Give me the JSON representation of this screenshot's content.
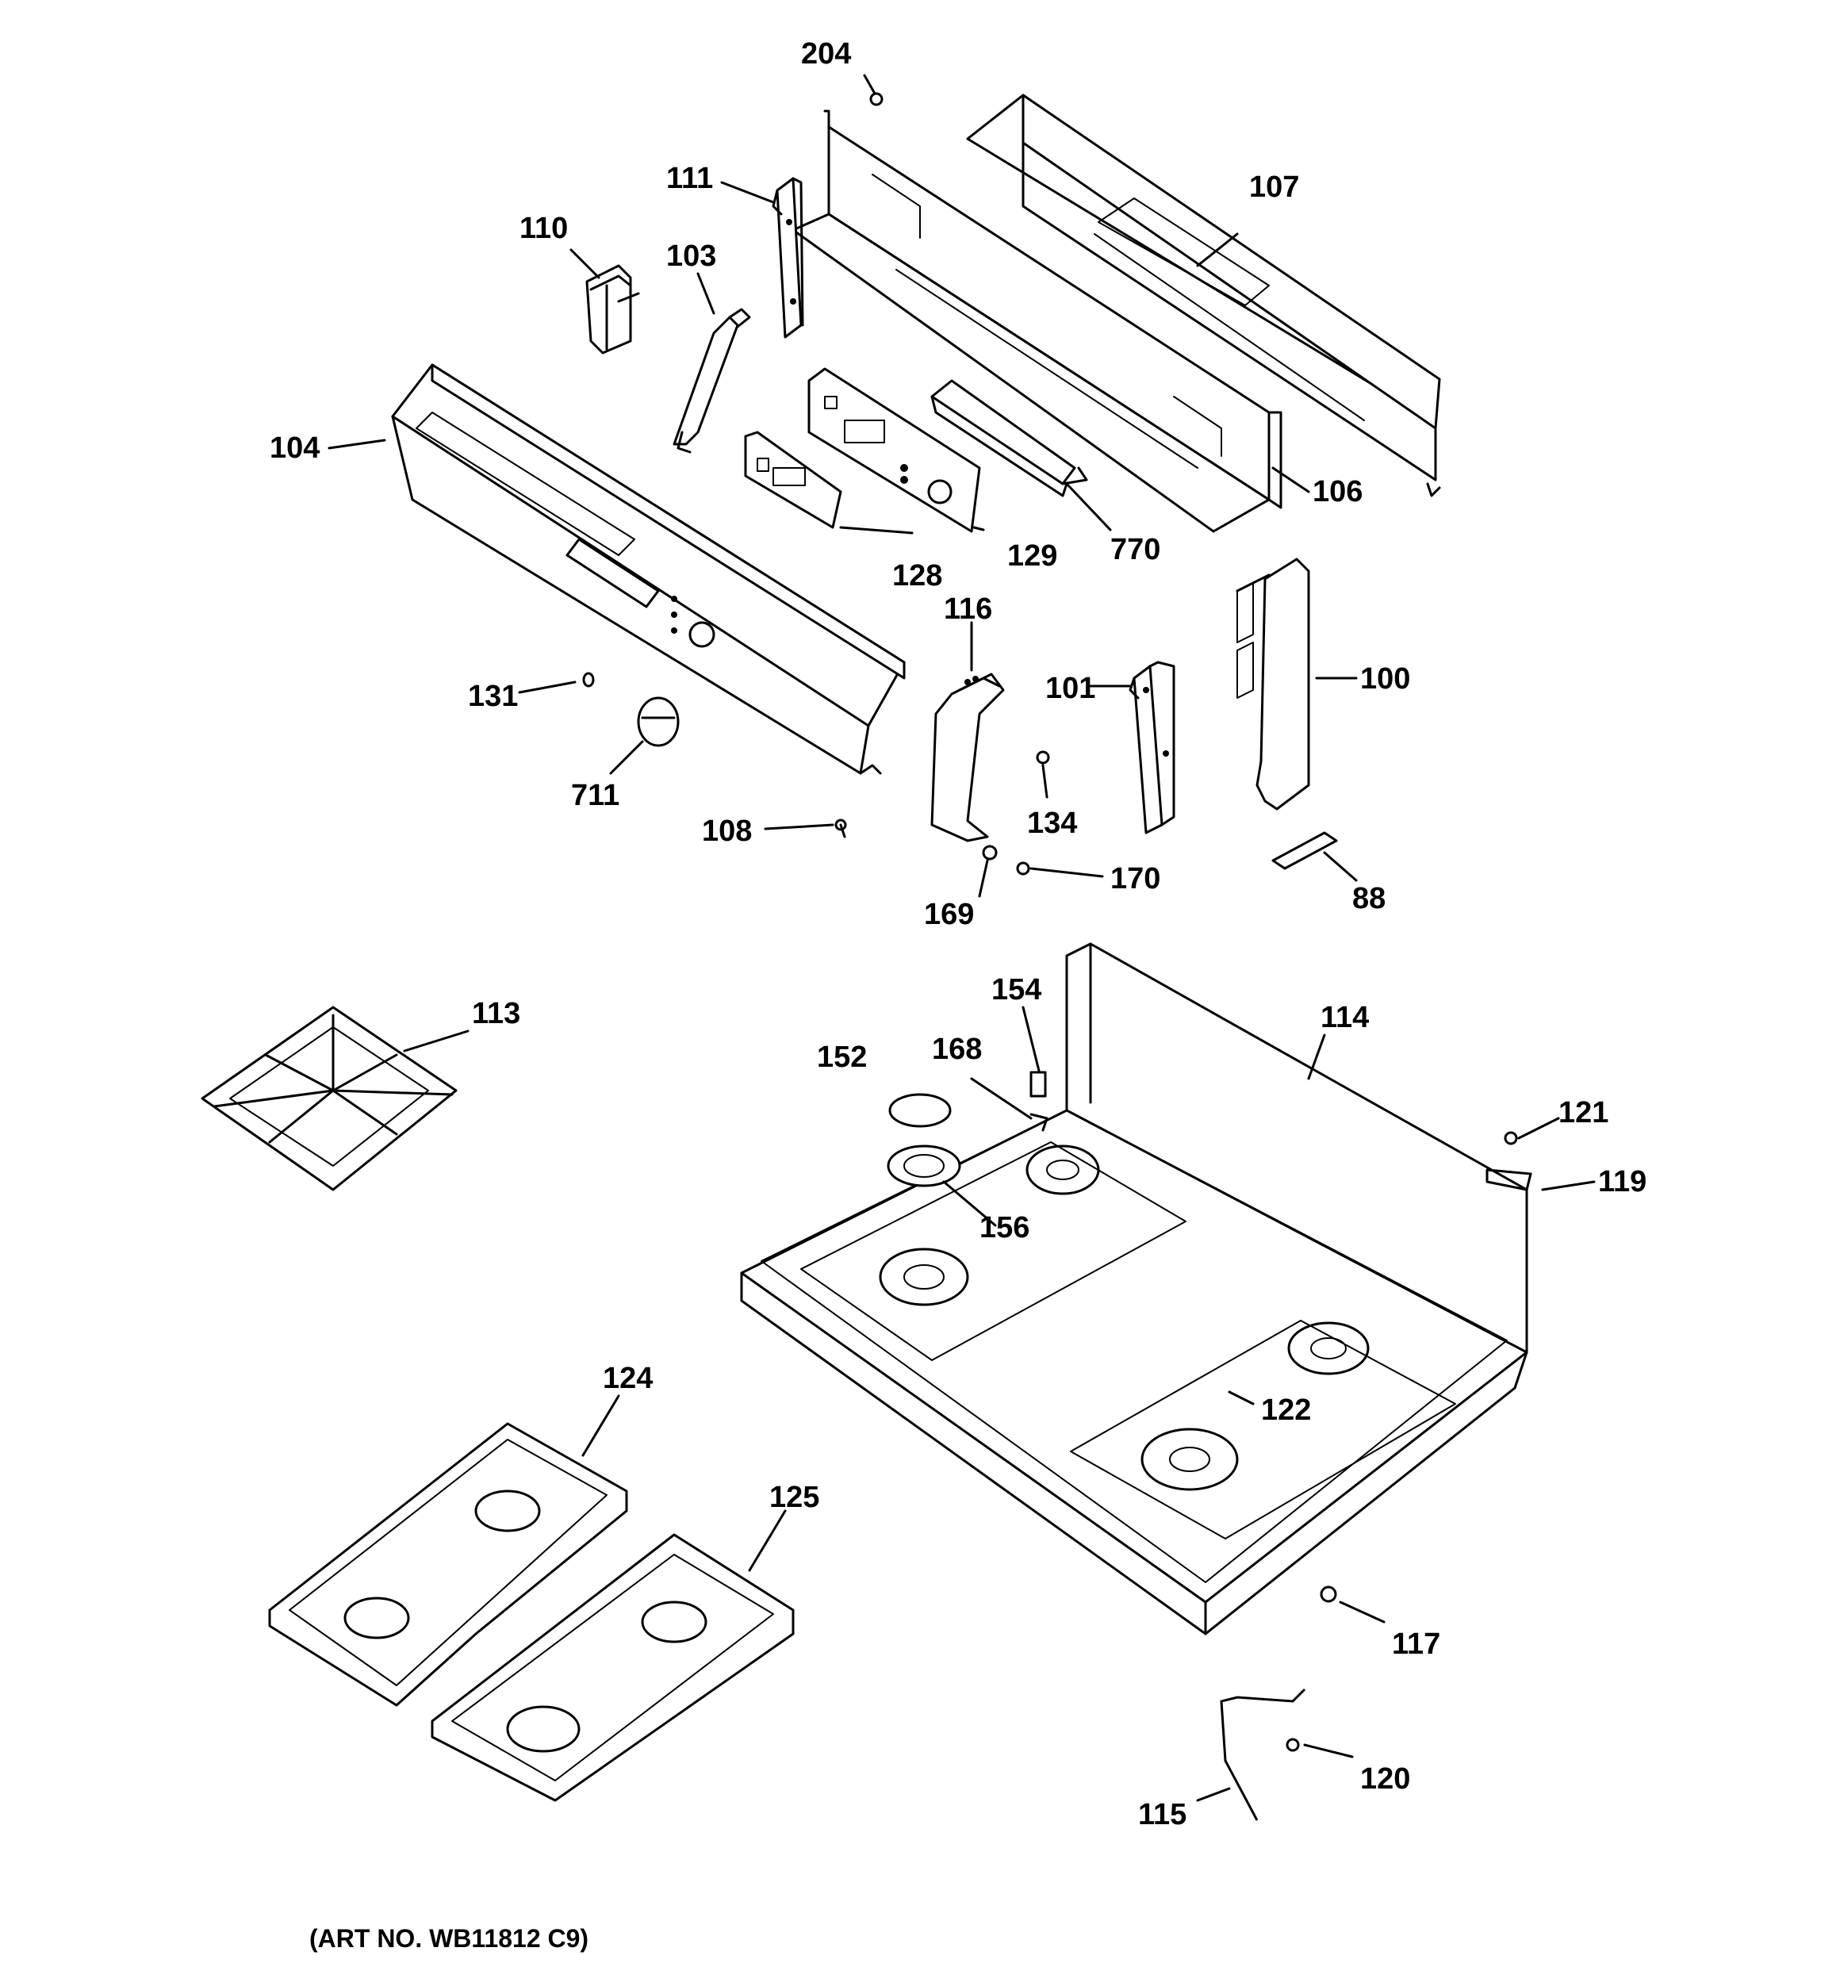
{
  "diagram": {
    "callouts": [
      {
        "id": "c204",
        "text": "204"
      },
      {
        "id": "c107",
        "text": "107"
      },
      {
        "id": "c111",
        "text": "111"
      },
      {
        "id": "c110",
        "text": "110"
      },
      {
        "id": "c103",
        "text": "103"
      },
      {
        "id": "c104",
        "text": "104"
      },
      {
        "id": "c106",
        "text": "106"
      },
      {
        "id": "c770",
        "text": "770"
      },
      {
        "id": "c129",
        "text": "129"
      },
      {
        "id": "c128",
        "text": "128"
      },
      {
        "id": "c116",
        "text": "116"
      },
      {
        "id": "c100",
        "text": "100"
      },
      {
        "id": "c101",
        "text": "101"
      },
      {
        "id": "c131",
        "text": "131"
      },
      {
        "id": "c711",
        "text": "711"
      },
      {
        "id": "c108",
        "text": "108"
      },
      {
        "id": "c134",
        "text": "134"
      },
      {
        "id": "c170",
        "text": "170"
      },
      {
        "id": "c169",
        "text": "169"
      },
      {
        "id": "c88",
        "text": "88"
      },
      {
        "id": "c113",
        "text": "113"
      },
      {
        "id": "c154",
        "text": "154"
      },
      {
        "id": "c114",
        "text": "114"
      },
      {
        "id": "c152",
        "text": "152"
      },
      {
        "id": "c168",
        "text": "168"
      },
      {
        "id": "c121",
        "text": "121"
      },
      {
        "id": "c119",
        "text": "119"
      },
      {
        "id": "c156",
        "text": "156"
      },
      {
        "id": "c122",
        "text": "122"
      },
      {
        "id": "c124",
        "text": "124"
      },
      {
        "id": "c125",
        "text": "125"
      },
      {
        "id": "c117",
        "text": "117"
      },
      {
        "id": "c120",
        "text": "120"
      },
      {
        "id": "c115",
        "text": "115"
      }
    ],
    "art_number": "(ART NO. WB11812 C9)"
  }
}
